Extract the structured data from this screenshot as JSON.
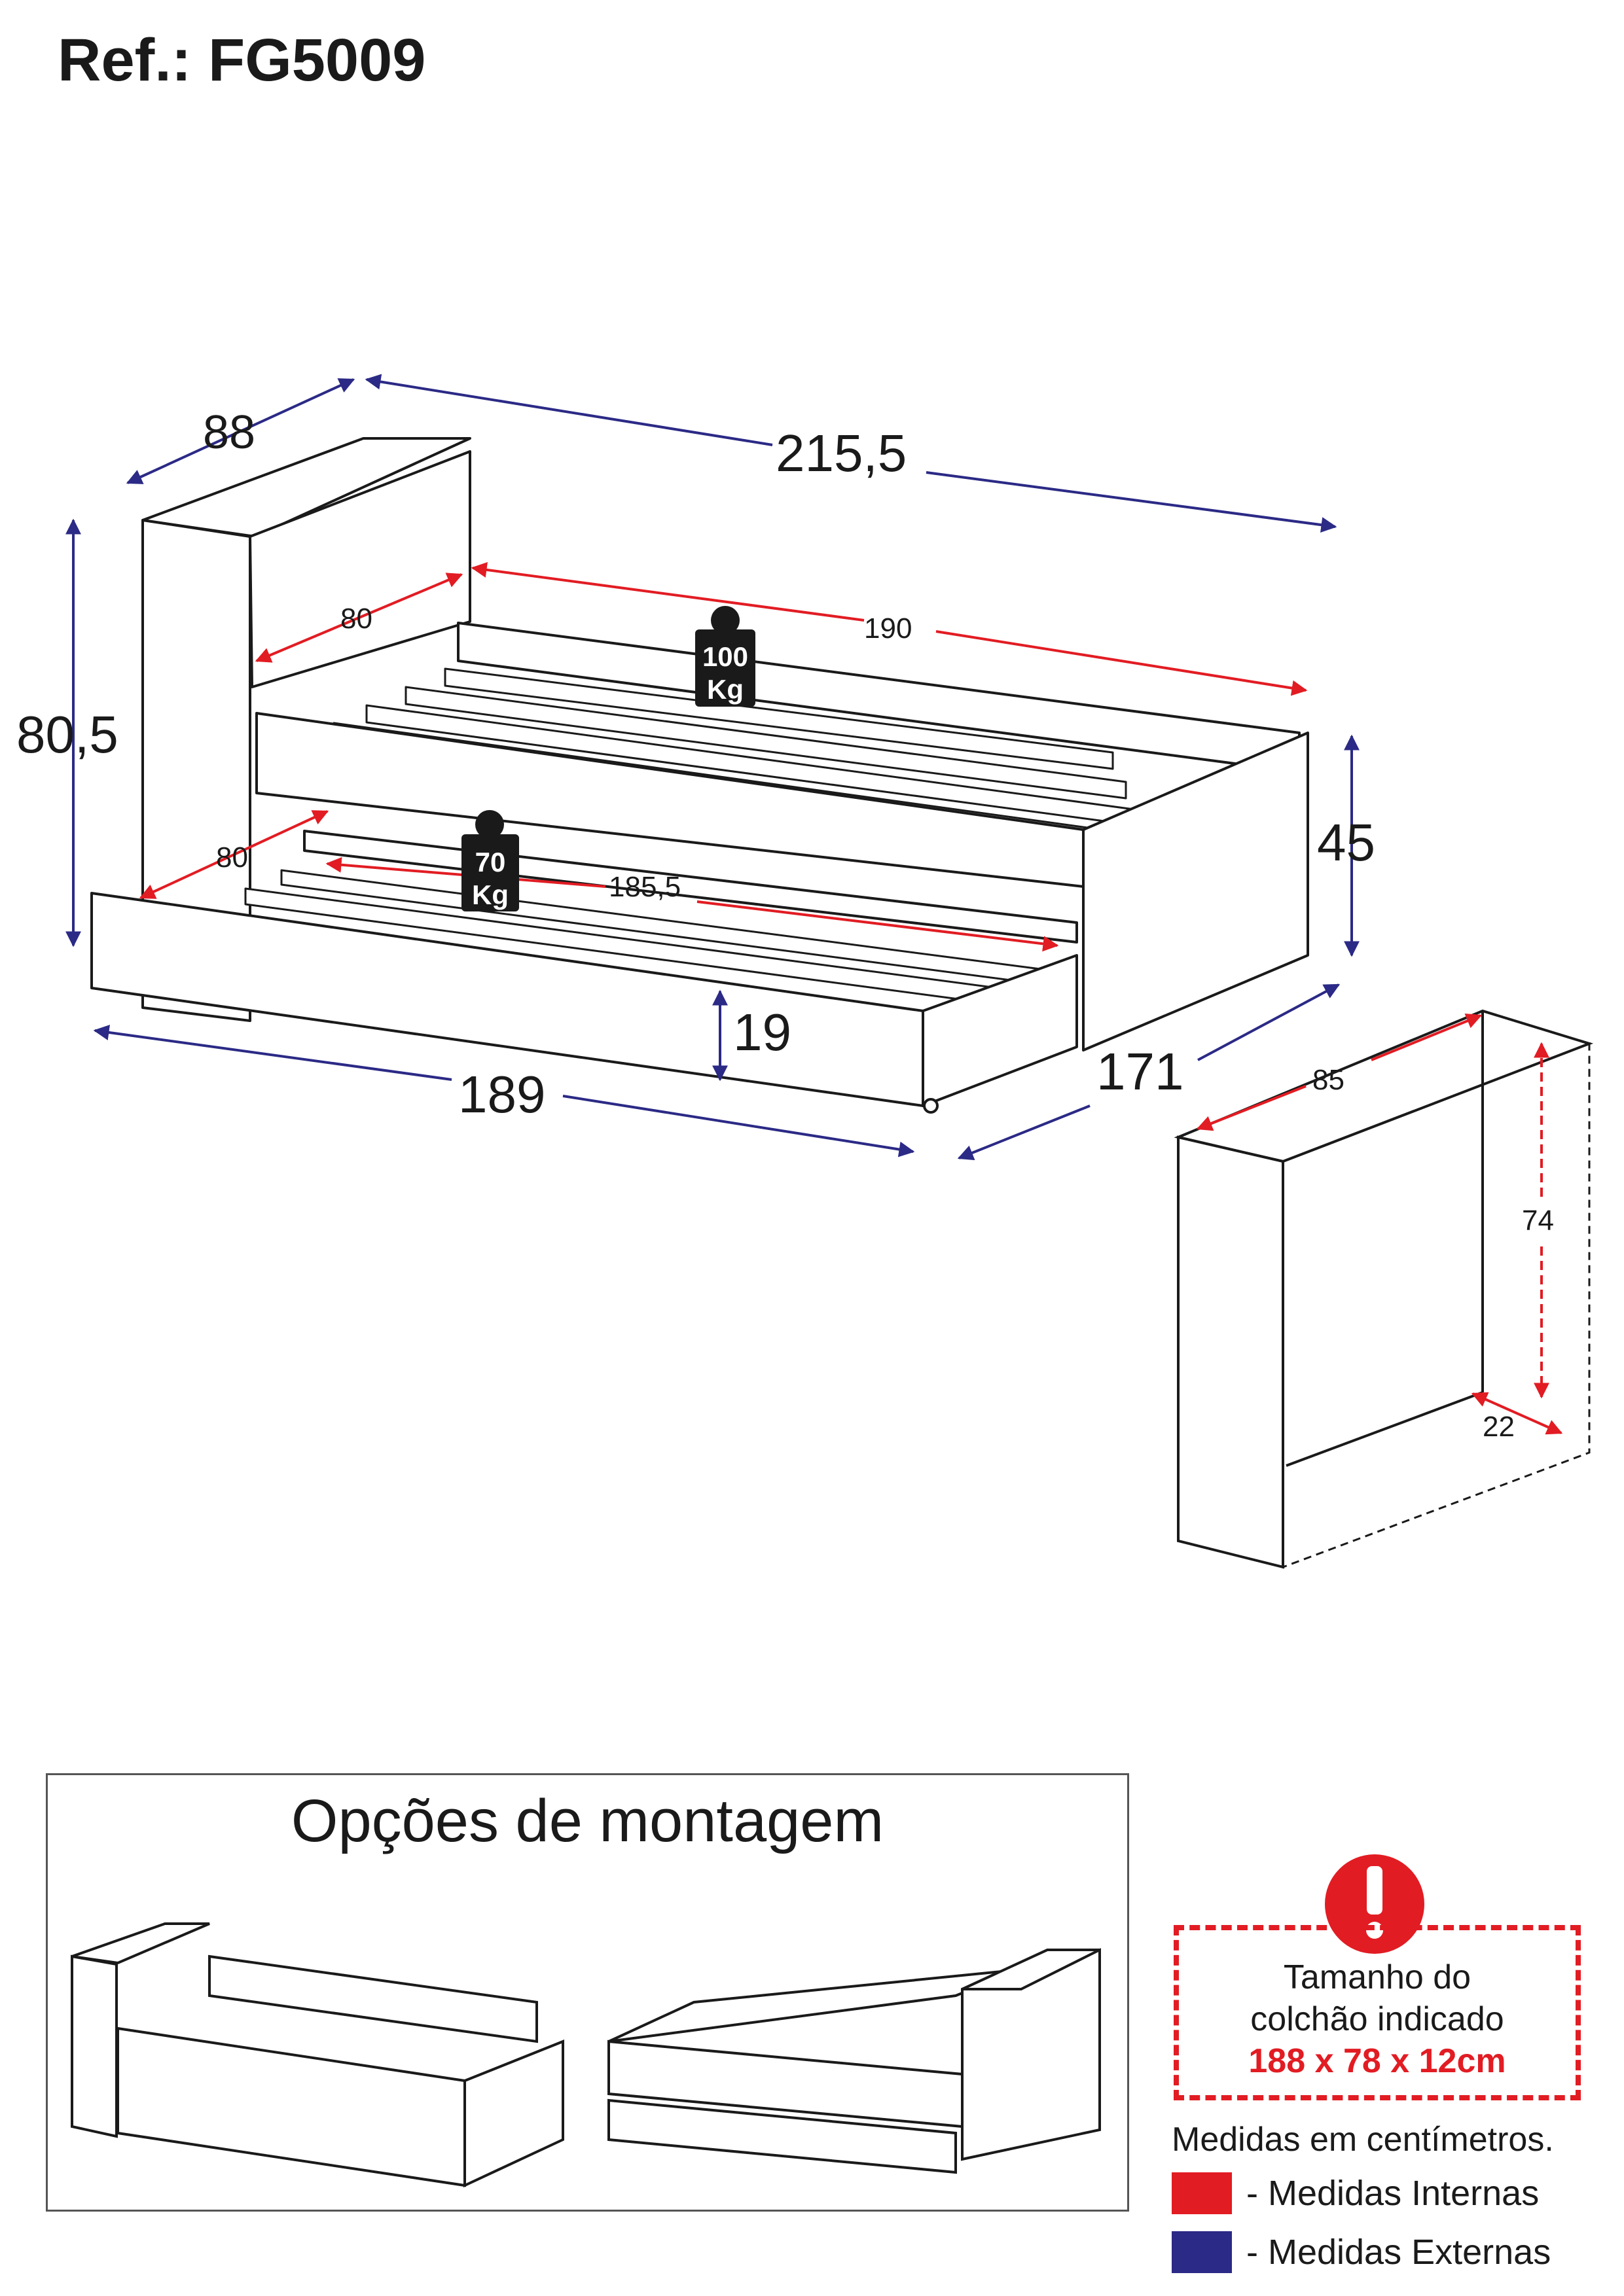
{
  "title": "Ref.: FG5009",
  "dimensions": {
    "depth": "88",
    "total_length": "215,5",
    "height": "80,5",
    "inner_width_bed": "80",
    "inner_length_bed": "190",
    "inner_width_trundle": "80",
    "inner_length_trundle": "185,5",
    "side_height": "45",
    "trundle_length": "189",
    "trundle_height": "19",
    "trundle_outer": "171",
    "shelf_width": "85",
    "shelf_height": "74",
    "shelf_depth": "22"
  },
  "loads": {
    "bed": {
      "value": "100",
      "unit": "Kg"
    },
    "trundle": {
      "value": "70",
      "unit": "Kg"
    }
  },
  "options_title": "Opções de montagem",
  "notice": {
    "line1": "Tamanho do",
    "line2": "colchão indicado",
    "size": "188 x 78 x 12cm"
  },
  "units_note": "Medidas em centímetros.",
  "legend": [
    {
      "label": "- Medidas Internas",
      "color": "#e21c23"
    },
    {
      "label": "- Medidas Externas",
      "color": "#2b2a86"
    }
  ],
  "colors": {
    "internal": "#e21c23",
    "external": "#2b2a86",
    "line": "#1a1a1a"
  }
}
